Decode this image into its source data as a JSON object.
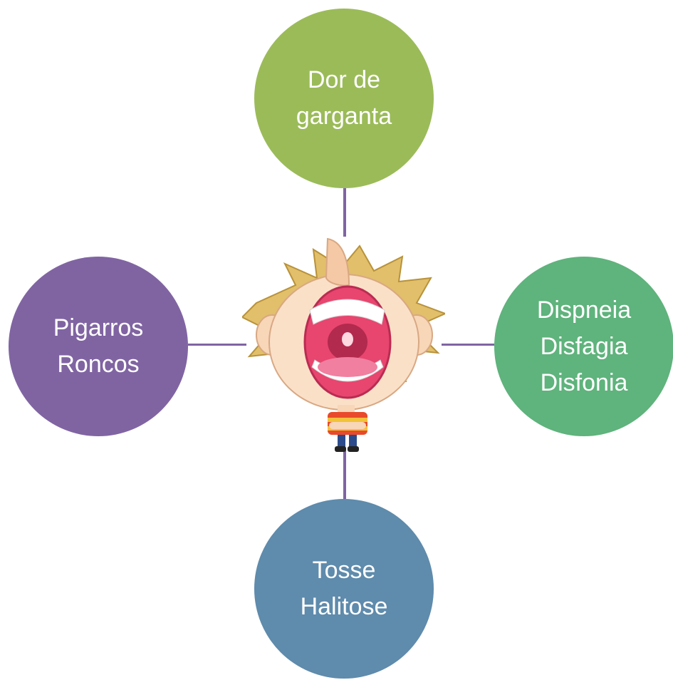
{
  "colors": {
    "connector": "#8064a2",
    "top": "#9bbb59",
    "left": "#8064a2",
    "right": "#5fb37c",
    "bottom": "#5f8bac"
  },
  "center": {
    "icon": "shouting-child-illustration"
  },
  "nodes": {
    "top": {
      "lines": [
        "Dor de",
        "garganta"
      ]
    },
    "left": {
      "lines": [
        "Pigarros",
        "Roncos"
      ]
    },
    "right": {
      "lines": [
        "Dispneia",
        "Disfagia",
        "Disfonia"
      ]
    },
    "bottom": {
      "lines": [
        "Tosse",
        "Halitose"
      ]
    }
  }
}
